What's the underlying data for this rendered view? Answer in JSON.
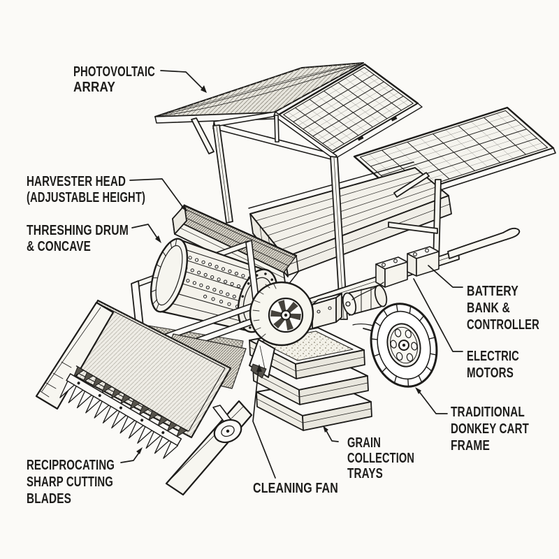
{
  "colors": {
    "background": "#fbfaf7",
    "ink": "#1d1c1a",
    "shade": "#56524a",
    "panel_fill": "#f5f4ee",
    "board_fill": "#efede6"
  },
  "labels": [
    {
      "id": "photovoltaic-array",
      "lines": [
        "PHOTOVOLTAIC",
        "ARRAY"
      ]
    },
    {
      "id": "harvester-head",
      "lines": [
        "HARVESTER HEAD",
        "(ADJUSTABLE HEIGHT)"
      ]
    },
    {
      "id": "threshing-drum",
      "lines": [
        "THRESHING DRUM",
        "& CONCAVE"
      ]
    },
    {
      "id": "battery-bank",
      "lines": [
        "BATTERY",
        "BANK &",
        "CONTROLLER"
      ]
    },
    {
      "id": "electric-motors",
      "lines": [
        "ELECTRIC",
        "MOTORS"
      ]
    },
    {
      "id": "donkey-cart-frame",
      "lines": [
        "TRADITIONAL",
        "DONKEY CART",
        "FRAME"
      ]
    },
    {
      "id": "cutting-blades",
      "lines": [
        "RECIPROCATING",
        "SHARP CUTTING",
        "BLADES"
      ]
    },
    {
      "id": "cleaning-fan",
      "lines": [
        "CLEANING FAN"
      ]
    },
    {
      "id": "grain-trays",
      "lines": [
        "GRAIN",
        "COLLECTION",
        "TRAYS"
      ]
    }
  ]
}
